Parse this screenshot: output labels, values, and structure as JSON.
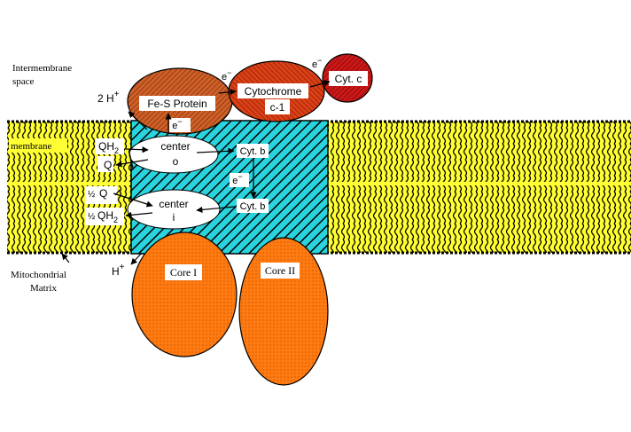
{
  "labels": {
    "intermembrane_line1": "Intermembrane",
    "intermembrane_line2": "space",
    "membrane": "membrane",
    "matrix_line1": "Mitochondrial",
    "matrix_line2": "Matrix",
    "proton_top": "2 H",
    "proton_top_sup": "+",
    "proton_bottom": "H",
    "proton_bottom_sup": "+"
  },
  "proteins": {
    "fes": "Fe-S Protein",
    "cytc1_line1": "Cytochrome",
    "cytc1_line2": "c-1",
    "cytc": "Cyt. c",
    "core1": "Core I",
    "core2": "Core II",
    "center_o_line1": "center",
    "center_o_line2": "o",
    "center_i_line1": "center",
    "center_i_line2": "i",
    "cytb_upper": "Cyt. b",
    "cytb_lower": "Cyt. b"
  },
  "molecules": {
    "qh2_top": "QH",
    "qh2_top_sub": "2",
    "q_top": "Q",
    "half_q_frac": "½",
    "half_q": "Q",
    "half_qh2_frac": "½",
    "half_qh2": "QH",
    "half_qh2_sub": "2"
  },
  "electrons": {
    "e1": "e",
    "e2": "e",
    "e3": "e",
    "e4": "e",
    "sup": "−"
  },
  "colors": {
    "membrane_yellow": "#ffff33",
    "membrane_dark": "#000000",
    "cytb_cyan": "#2ad4de",
    "protein_orange": "#ff7a10",
    "fes_brown": "#c4561e",
    "cytc1_red": "#d43a14",
    "cytc_darkred": "#c41414"
  }
}
